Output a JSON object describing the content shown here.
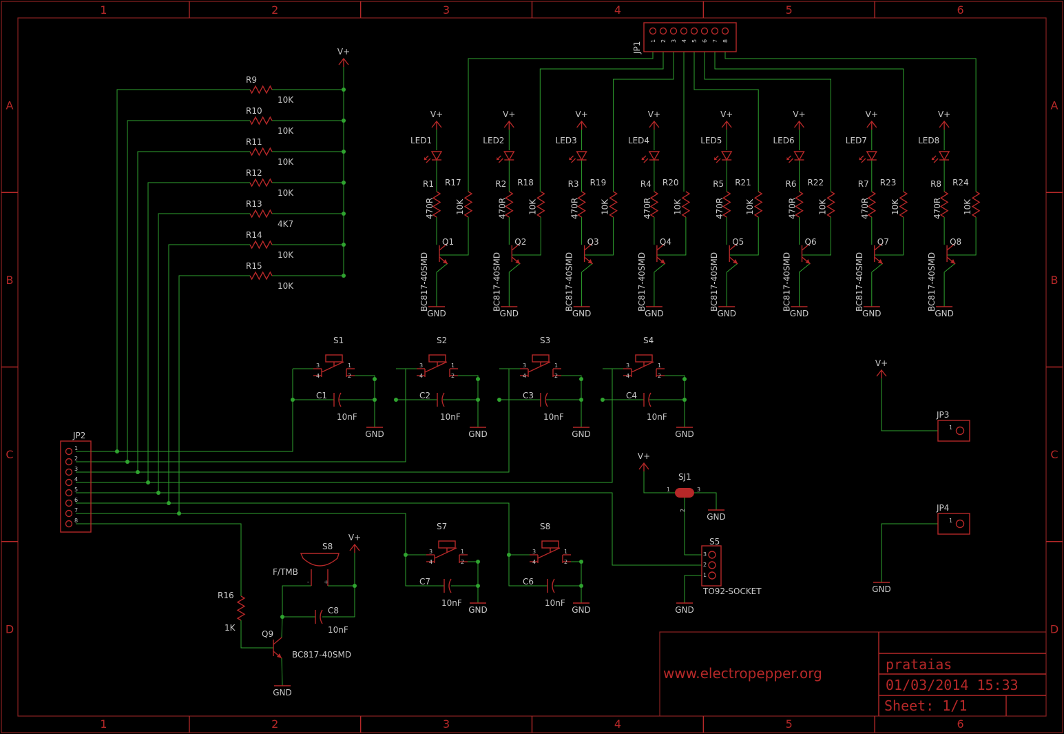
{
  "frame": {
    "columns": [
      "1",
      "2",
      "3",
      "4",
      "5",
      "6"
    ],
    "rows": [
      "A",
      "B",
      "C",
      "D"
    ]
  },
  "title_block": {
    "website": "www.electropepper.org",
    "project": "prataias",
    "date": "01/03/2014 15:33",
    "sheet": "Sheet: 1/1"
  },
  "labels": {
    "vplus": "V+",
    "gnd": "GND"
  },
  "connectors": {
    "jp1": {
      "name": "JP1",
      "pins": [
        "1",
        "2",
        "3",
        "4",
        "5",
        "6",
        "7",
        "8"
      ]
    },
    "jp2": {
      "name": "JP2",
      "pins": [
        "1",
        "2",
        "3",
        "4",
        "5",
        "6",
        "7",
        "8"
      ]
    },
    "jp3": {
      "name": "JP3",
      "pin": "1"
    },
    "jp4": {
      "name": "JP4",
      "pin": "1"
    }
  },
  "pullups": [
    {
      "ref": "R9",
      "value": "10K"
    },
    {
      "ref": "R10",
      "value": "10K"
    },
    {
      "ref": "R11",
      "value": "10K"
    },
    {
      "ref": "R12",
      "value": "10K"
    },
    {
      "ref": "R13",
      "value": "4K7"
    },
    {
      "ref": "R14",
      "value": "10K"
    },
    {
      "ref": "R15",
      "value": "10K"
    }
  ],
  "led_drivers": [
    {
      "led": "LED1",
      "r1": "R1",
      "r1_value": "470R",
      "r2": "R17",
      "r2_value": "10K",
      "q": "Q1",
      "q_value": "BC817-40SMD"
    },
    {
      "led": "LED2",
      "r1": "R2",
      "r1_value": "470R",
      "r2": "R18",
      "r2_value": "10K",
      "q": "Q2",
      "q_value": "BC817-40SMD"
    },
    {
      "led": "LED3",
      "r1": "R3",
      "r1_value": "470R",
      "r2": "R19",
      "r2_value": "10K",
      "q": "Q3",
      "q_value": "BC817-40SMD"
    },
    {
      "led": "LED4",
      "r1": "R4",
      "r1_value": "470R",
      "r2": "R20",
      "r2_value": "10K",
      "q": "Q4",
      "q_value": "BC817-40SMD"
    },
    {
      "led": "LED5",
      "r1": "R5",
      "r1_value": "470R",
      "r2": "R21",
      "r2_value": "10K",
      "q": "Q5",
      "q_value": "BC817-40SMD"
    },
    {
      "led": "LED6",
      "r1": "R6",
      "r1_value": "470R",
      "r2": "R22",
      "r2_value": "10K",
      "q": "Q6",
      "q_value": "BC817-40SMD"
    },
    {
      "led": "LED7",
      "r1": "R7",
      "r1_value": "470R",
      "r2": "R23",
      "r2_value": "10K",
      "q": "Q7",
      "q_value": "BC817-40SMD"
    },
    {
      "led": "LED8",
      "r1": "R8",
      "r1_value": "470R",
      "r2": "R24",
      "r2_value": "10K",
      "q": "Q8",
      "q_value": "BC817-40SMD"
    }
  ],
  "switches_top": [
    {
      "sw": "S1",
      "cap": "C1",
      "cap_value": "10nF"
    },
    {
      "sw": "S2",
      "cap": "C2",
      "cap_value": "10nF"
    },
    {
      "sw": "S3",
      "cap": "C3",
      "cap_value": "10nF"
    },
    {
      "sw": "S4",
      "cap": "C4",
      "cap_value": "10nF"
    }
  ],
  "switches_bottom": [
    {
      "sw": "S7",
      "cap": "C7",
      "cap_value": "10nF"
    },
    {
      "sw": "S8",
      "cap": "C6",
      "cap_value": "10nF"
    }
  ],
  "switch_pins": [
    "1",
    "2",
    "3",
    "4"
  ],
  "buzzer": {
    "ref": "S8",
    "value": "F/TMB",
    "minus": "-",
    "plus": "+",
    "cap": "C8",
    "cap_value": "10nF",
    "resistor": "R16",
    "resistor_value": "1K",
    "q": "Q9",
    "q_value": "BC817-40SMD"
  },
  "solder_jumper": {
    "ref": "SJ1",
    "pins": [
      "1",
      "2",
      "3"
    ]
  },
  "sensor": {
    "ref": "S5",
    "value": "TO92-SOCKET",
    "pins": [
      "3",
      "2",
      "1"
    ]
  }
}
